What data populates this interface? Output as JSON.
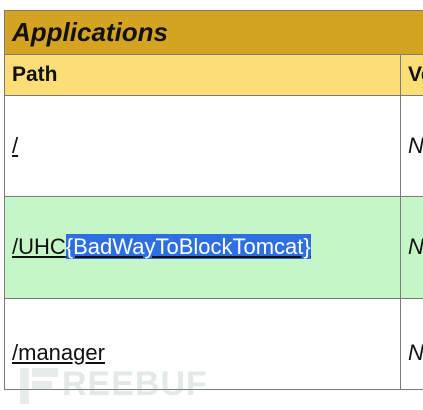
{
  "table": {
    "title": "Applications",
    "columns": [
      "Path",
      "Version"
    ],
    "rows": [
      {
        "path": "/",
        "path_selected": "",
        "version": "N"
      },
      {
        "path": "/UHC",
        "path_selected": "{BadWayToBlockTomcat}",
        "version": "N"
      },
      {
        "path": "/manager",
        "path_selected": "",
        "version": "N"
      }
    ]
  },
  "watermark": {
    "text": "FREEBUF",
    "visible_text": "REEBUF"
  },
  "colors": {
    "title_bg": "#d4a321",
    "header_bg": "#fddd76",
    "highlight_row_bg": "#c6f5c8",
    "selection_bg": "#2d6fe0"
  }
}
